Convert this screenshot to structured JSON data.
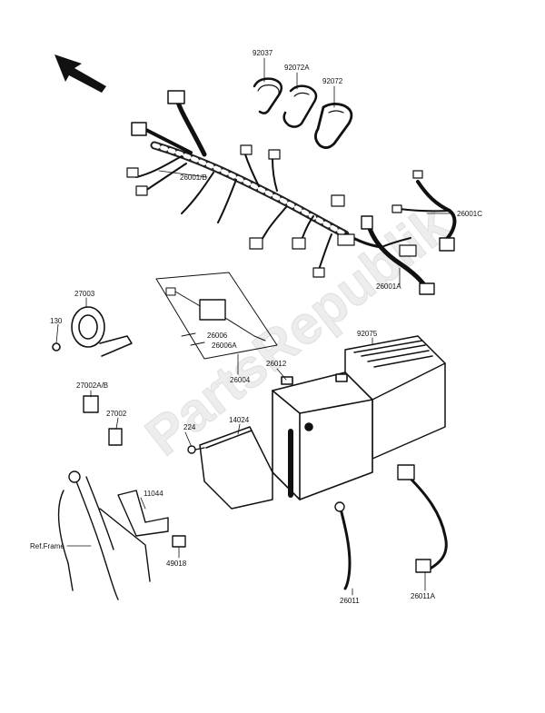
{
  "watermark": "PartsRepublik",
  "labels": {
    "p92037": "92037",
    "p92072A": "92072A",
    "p92072": "92072",
    "p26001B": "26001/B",
    "p26001C": "26001C",
    "p26001A": "26001A",
    "p27003": "27003",
    "p130": "130",
    "p26006": "26006",
    "p26006A": "26006A",
    "p26004": "26004",
    "p92075": "92075",
    "p26012": "26012",
    "p27002AB": "27002A/B",
    "p27002": "27002",
    "p224": "224",
    "p14024": "14024",
    "p11044": "11044",
    "pRefFrame": "Ref.Frame",
    "p49018": "49018",
    "p26011": "26011",
    "p26011A": "26011A"
  }
}
